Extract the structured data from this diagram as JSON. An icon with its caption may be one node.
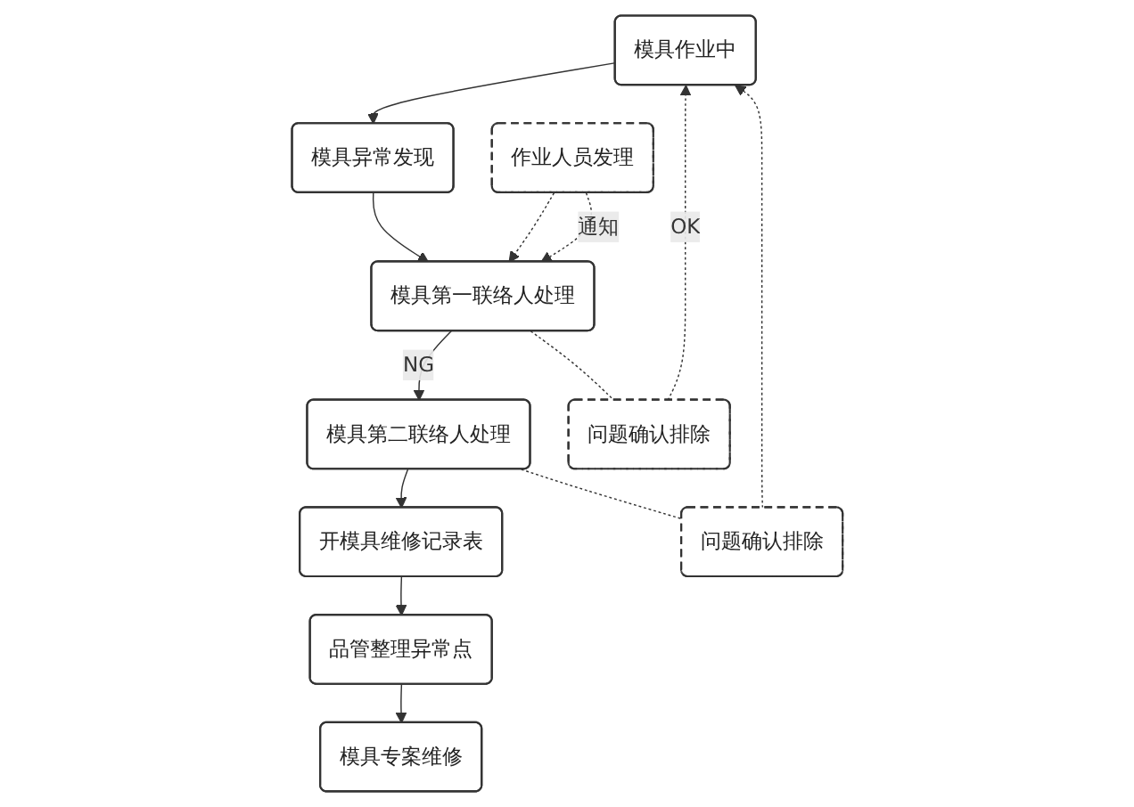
{
  "diagram": {
    "nodes": [
      {
        "text": [
          "模具作业中"
        ]
      },
      {
        "text": [
          "模具异常发现"
        ]
      },
      {
        "text": [
          "作业人员发理"
        ]
      },
      {
        "text": [
          "模具第一联络人处理"
        ]
      },
      {
        "text": [
          "问题确认排除"
        ]
      },
      {
        "text": [
          "模具第二联络人处理"
        ]
      },
      {
        "text": [
          "问题确认排除"
        ]
      },
      {
        "text": [
          "开模具维修记录表"
        ]
      },
      {
        "text": [
          "品管整理异常点"
        ]
      },
      {
        "text": [
          "模具专案维修"
        ]
      }
    ],
    "edges": [
      {
        "from": 0,
        "to": 1,
        "arrow": "to"
      },
      {
        "from": 1,
        "to": 3,
        "arrow": "to"
      },
      {
        "from": 2,
        "to": 3,
        "arrow": "to",
        "style": "dashed"
      },
      {
        "from": 2,
        "to": 3,
        "arrow": "to",
        "style": "dashed",
        "label": "通知"
      },
      {
        "from": 3,
        "to": 5,
        "arrow": "to",
        "label": "NG"
      },
      {
        "from": 3,
        "to": 4,
        "arrow": "none",
        "style": "dashed"
      },
      {
        "from": 4,
        "to": 0,
        "arrow": "to",
        "style": "dashed",
        "label": "OK"
      },
      {
        "from": 5,
        "to": 6,
        "arrow": "none",
        "style": "dashed"
      },
      {
        "from": 6,
        "to": 0,
        "arrow": "to",
        "style": "dashed"
      },
      {
        "from": 5,
        "to": 7,
        "arrow": "to"
      },
      {
        "from": 7,
        "to": 8,
        "arrow": "to"
      },
      {
        "from": 8,
        "to": 9,
        "arrow": "to"
      }
    ]
  }
}
